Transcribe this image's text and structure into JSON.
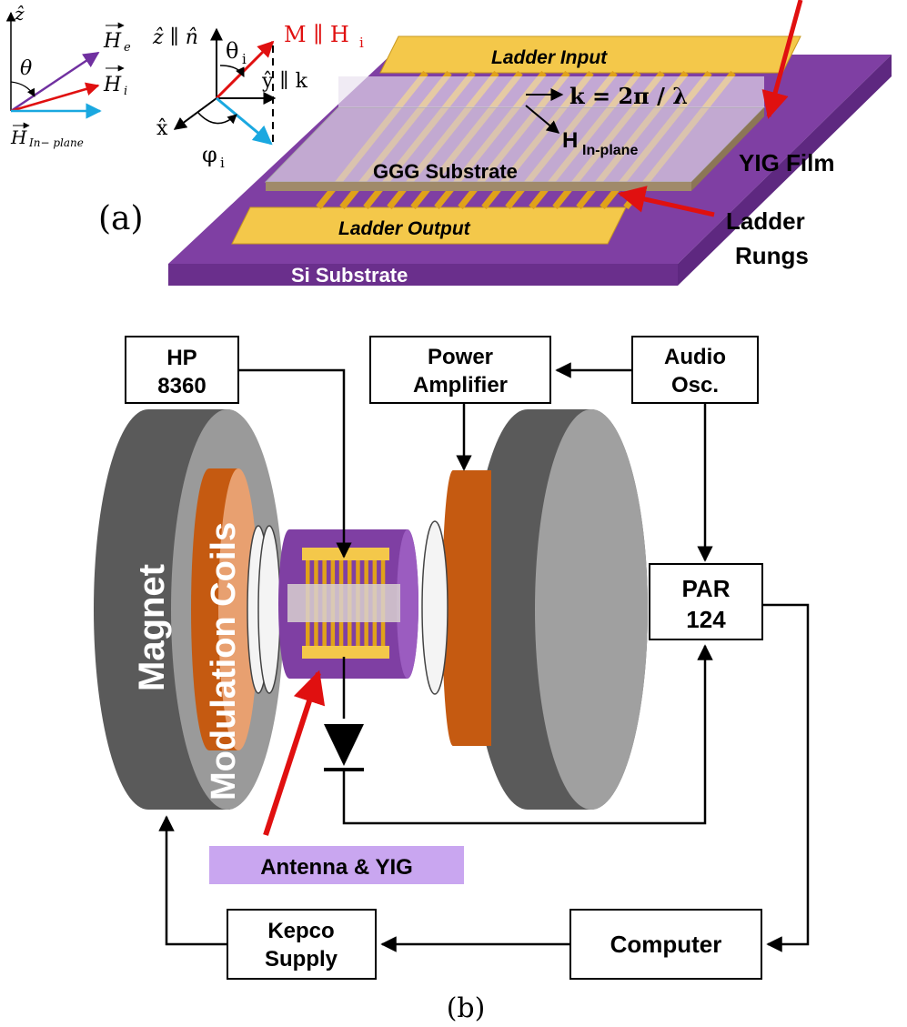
{
  "part_a": {
    "label": "(a)",
    "vector_diagram": {
      "z_axis": "ẑ",
      "theta": "θ",
      "H_e": "H",
      "H_e_sub": "e",
      "H_i": "H",
      "H_i_sub": "i",
      "H_inplane": "H",
      "H_inplane_sub": "In− plane"
    },
    "coord_diagram": {
      "z_label": "ẑ ∥ n̂",
      "theta_i": "θ",
      "theta_i_sub": "i",
      "M_parallel_H": "M ∥ H",
      "M_H_sub": "i",
      "y_label": "ŷ ∥ k",
      "x_label": "x̂",
      "phi_i": "φ",
      "phi_i_sub": "i"
    },
    "device": {
      "ladder_input": "Ladder Input",
      "ladder_output": "Ladder Output",
      "k_relation": "k = 2π / λ",
      "h_inplane": "H",
      "h_inplane_sub": "In-plane",
      "ggg_substrate": "GGG Substrate",
      "si_substrate": "Si Substrate",
      "yig_film": "YIG Film",
      "ladder_rungs_line1": "Ladder",
      "ladder_rungs_line2": "Rungs"
    },
    "colors": {
      "purple": "#7f3fa3",
      "gold": "#f4c84a",
      "red": "#e01010",
      "blue": "#1aa8e0"
    }
  },
  "part_b": {
    "label": "(b)",
    "boxes": {
      "hp_line1": "HP",
      "hp_line2": "8360",
      "power_line1": "Power",
      "power_line2": "Amplifier",
      "audio_line1": "Audio",
      "audio_line2": "Osc.",
      "par_line1": "PAR",
      "par_line2": "124",
      "kepco_line1": "Kepco",
      "kepco_line2": "Supply",
      "computer": "Computer"
    },
    "magnet_label": "Magnet",
    "coils_label": "Modulation Coils",
    "antenna_label": "Antenna & YIG",
    "colors": {
      "magnet": "#5a5a5a",
      "coil": "#c55a11",
      "antenna_label_bg": "#c9a6f0"
    }
  }
}
